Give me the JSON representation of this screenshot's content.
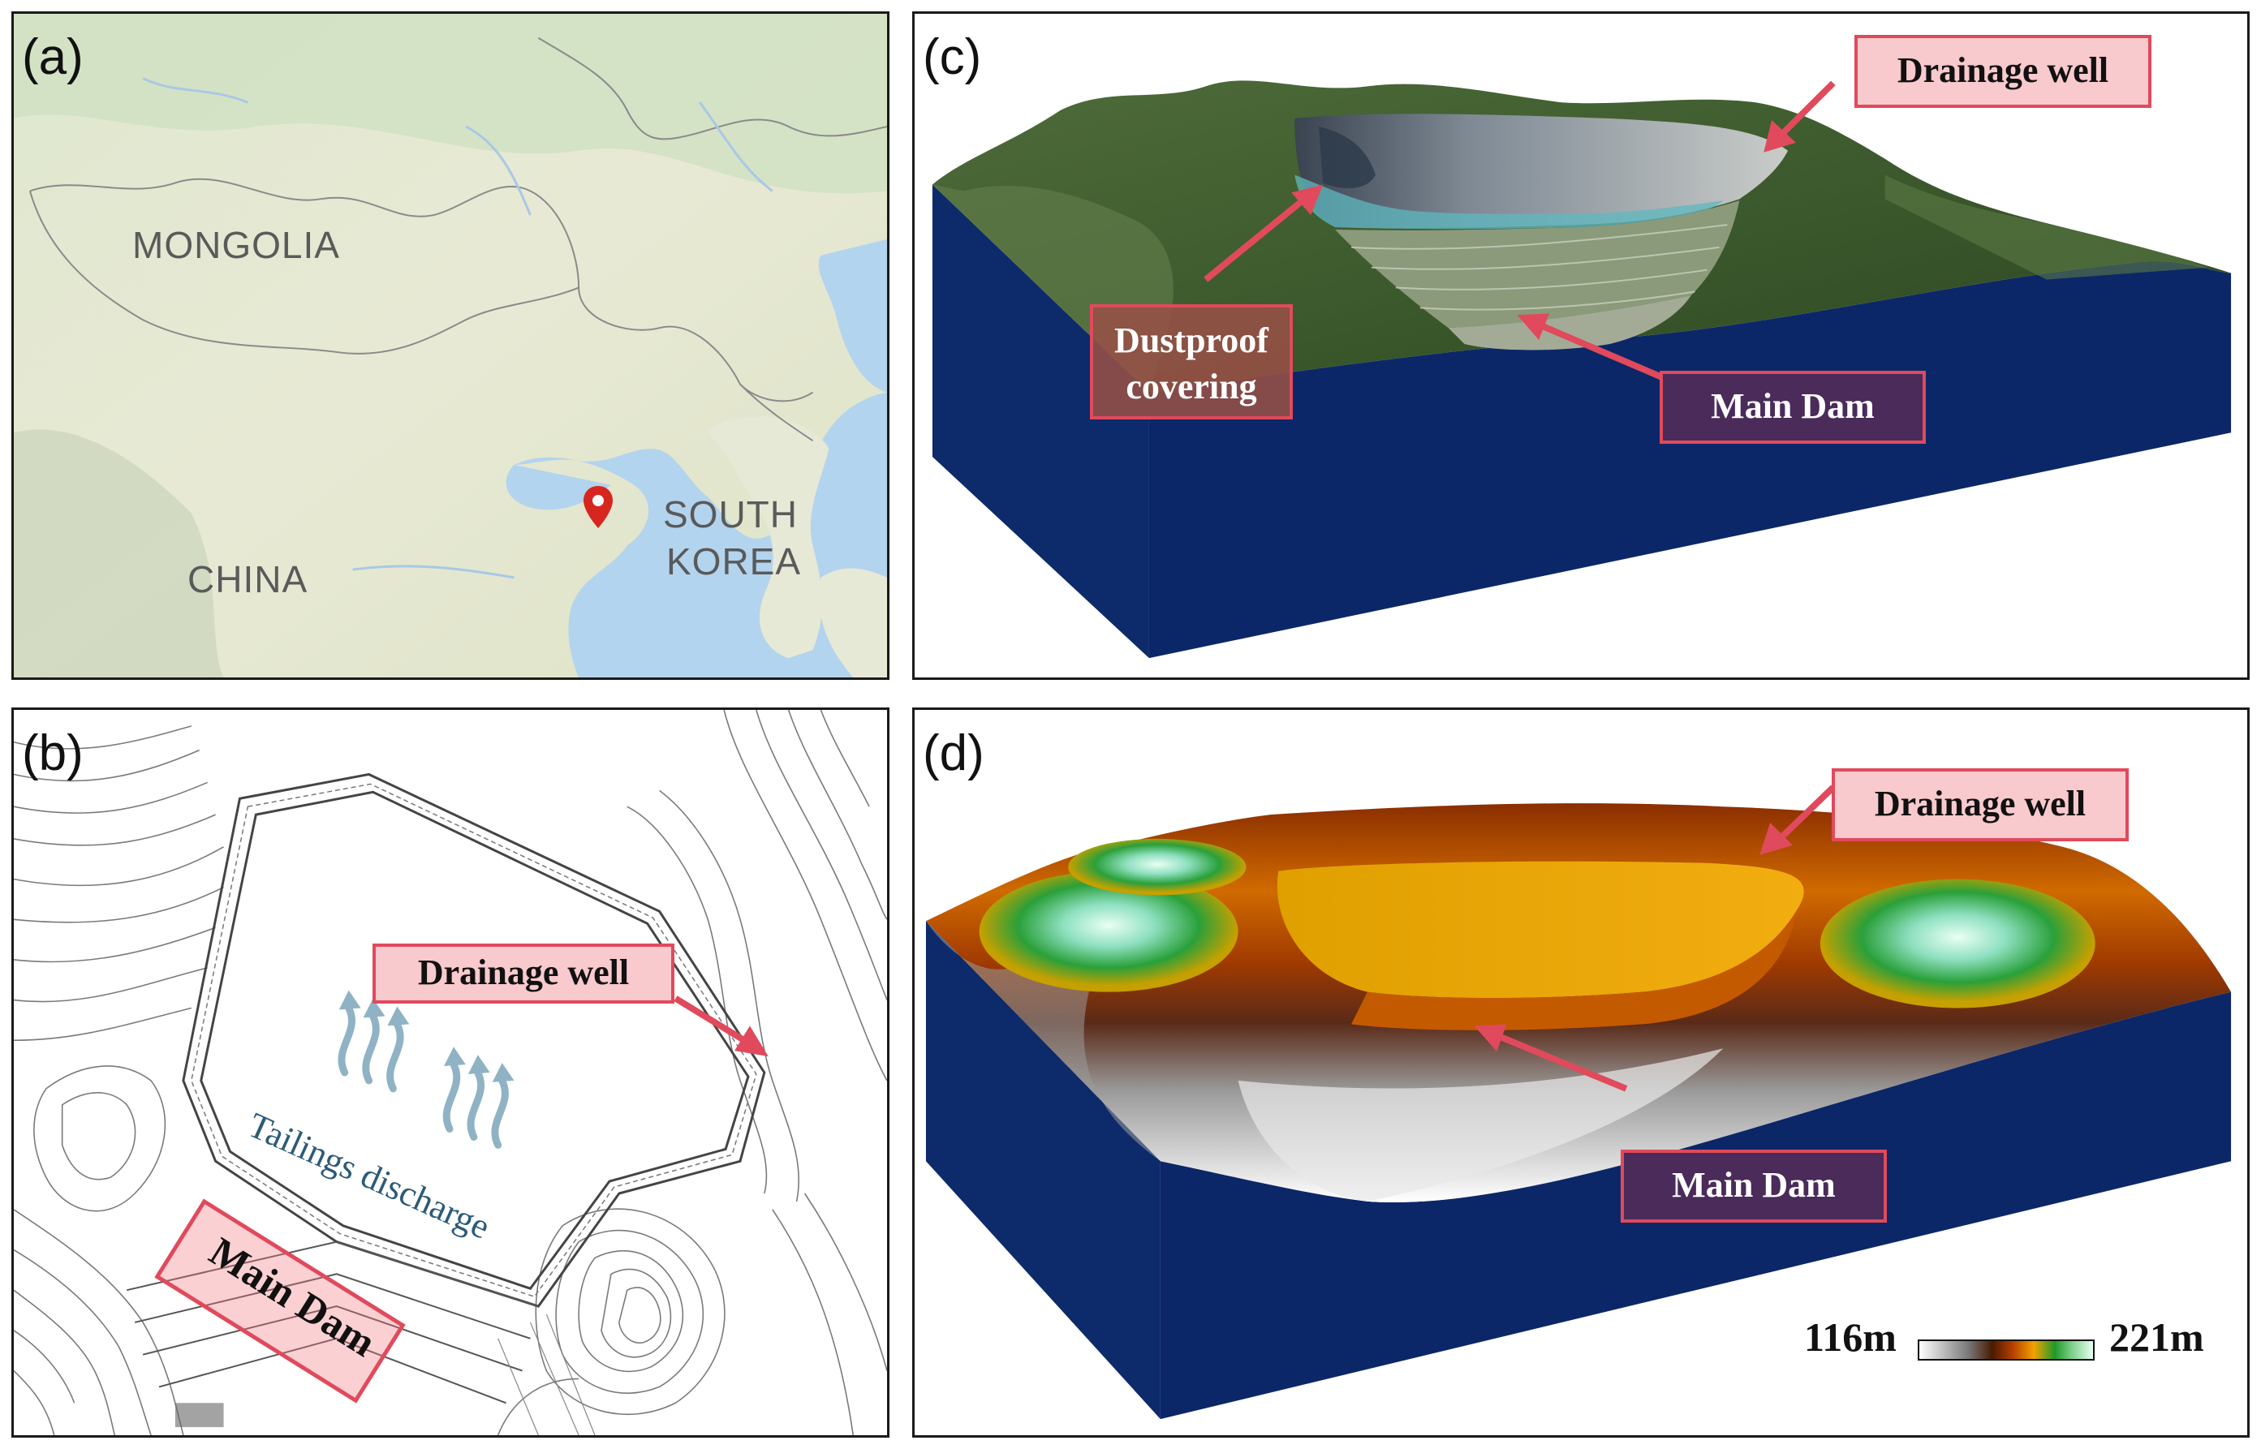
{
  "panels": {
    "a": {
      "label": "(a)",
      "countries": {
        "mongolia": "MONGOLIA",
        "china": "CHINA",
        "south_korea_1": "SOUTH",
        "south_korea_2": "KOREA"
      }
    },
    "b": {
      "label": "(b)",
      "drainage_well": "Drainage well",
      "tailings": "Tailings discharge",
      "main_dam": "Main Dam"
    },
    "c": {
      "label": "(c)",
      "drainage_well": "Drainage well",
      "dustproof_1": "Dustproof",
      "dustproof_2": "covering",
      "main_dam": "Main Dam"
    },
    "d": {
      "label": "(d)",
      "drainage_well": "Drainage well",
      "main_dam": "Main Dam",
      "scale_min": "116m",
      "scale_max": "221m"
    }
  },
  "colors": {
    "callout_fill": "#f8c9cd",
    "callout_border": "#e04a5c",
    "dam_label_fill": "#4a2b5a",
    "block_side": "#0d2a6b",
    "sea": "#b3d4ee",
    "land": "#e3e8d4",
    "marker": "#d7261e"
  },
  "icons": {
    "location": "map-pin-icon"
  }
}
